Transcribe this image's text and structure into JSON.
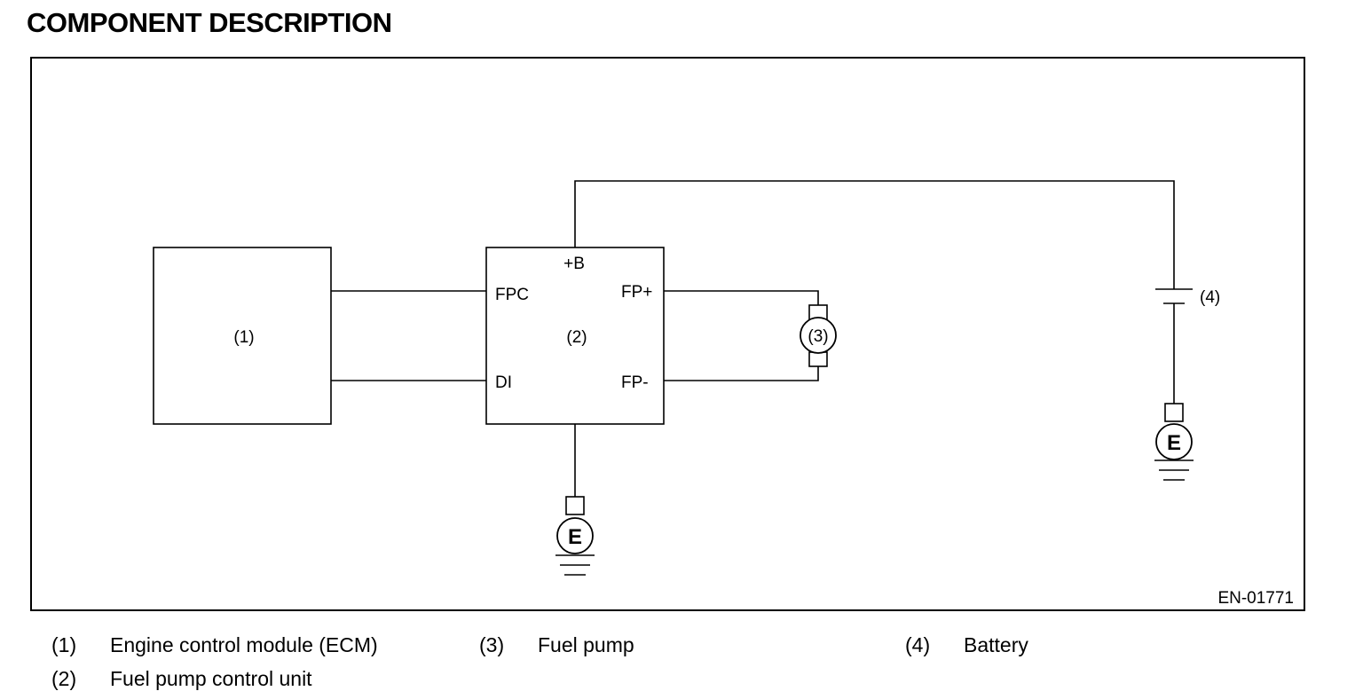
{
  "title": "COMPONENT DESCRIPTION",
  "diagram": {
    "ecm_label": "(1)",
    "fpcu_label": "(2)",
    "pump_label": "(3)",
    "battery_label": "(4)",
    "terminals": {
      "b_plus": "+B",
      "fpc": "FPC",
      "di": "DI",
      "fp_plus": "FP+",
      "fp_minus": "FP-"
    },
    "ground_symbol": "E",
    "figure_id": "EN-01771"
  },
  "legend": [
    {
      "num": "(1)",
      "text": "Engine control module (ECM)"
    },
    {
      "num": "(2)",
      "text": "Fuel pump control unit"
    },
    {
      "num": "(3)",
      "text": "Fuel pump"
    },
    {
      "num": "(4)",
      "text": "Battery"
    }
  ]
}
